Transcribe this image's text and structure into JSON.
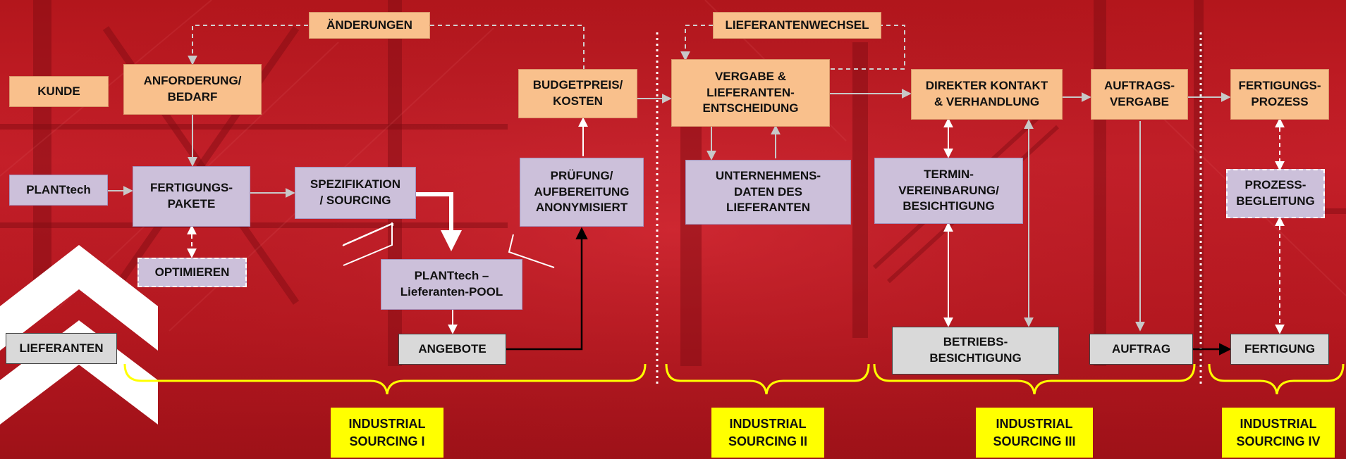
{
  "colors": {
    "background": "#c21c24",
    "box_orange": "#f9c08c",
    "box_lavender": "#ccc0da",
    "box_grey": "#d9d9d9",
    "phase_yellow": "#ffff00",
    "connector_grey": "#c8c8c8",
    "connector_white": "#ffffff"
  },
  "boxes": {
    "aenderungen": "ÄNDERUNGEN",
    "lieferantenwechsel": "LIEFERANTENWECHSEL",
    "kunde": "KUNDE",
    "anforderung": "ANFORDERUNG/\nBEDARF",
    "budgetpreis": "BUDGETPREIS/\nKOSTEN",
    "vergabe": "VERGABE &\nLIEFERANTEN-\nENTSCHEIDUNG",
    "direkter_kontakt": "DIREKTER KONTAKT\n& VERHANDLUNG",
    "auftragsvergabe": "AUFTRAGS-\nVERGABE",
    "fertigungsprozess": "FERTIGUNGS-\nPROZESS",
    "plantech": "PLANTtech",
    "fertigungspakete": "FERTIGUNGS-\nPAKETE",
    "spezifikation": "SPEZIFIKATION\n/ SOURCING",
    "pruefung": "PRÜFUNG/\nAUFBEREITUNG\nANONYMISIERT",
    "unternehmensdaten": "UNTERNEHMENS-\nDATEN DES\nLIEFERANTEN",
    "termin": "TERMIN-\nVEREINBARUNG/\nBESICHTIGUNG",
    "prozessbegleitung": "PROZESS-\nBEGLEITUNG",
    "optimieren": "OPTIMIEREN",
    "pool": "PLANTtech –\nLieferanten-POOL",
    "lieferanten": "LIEFERANTEN",
    "angebote": "ANGEBOTE",
    "betriebsbesichtigung": "BETRIEBS-\nBESICHTIGUNG",
    "auftrag": "AUFTRAG",
    "fertigung": "FERTIGUNG"
  },
  "phases": {
    "p1": "INDUSTRIAL\nSOURCING I",
    "p2": "INDUSTRIAL\nSOURCING II",
    "p3": "INDUSTRIAL\nSOURCING III",
    "p4": "INDUSTRIAL\nSOURCING IV"
  }
}
